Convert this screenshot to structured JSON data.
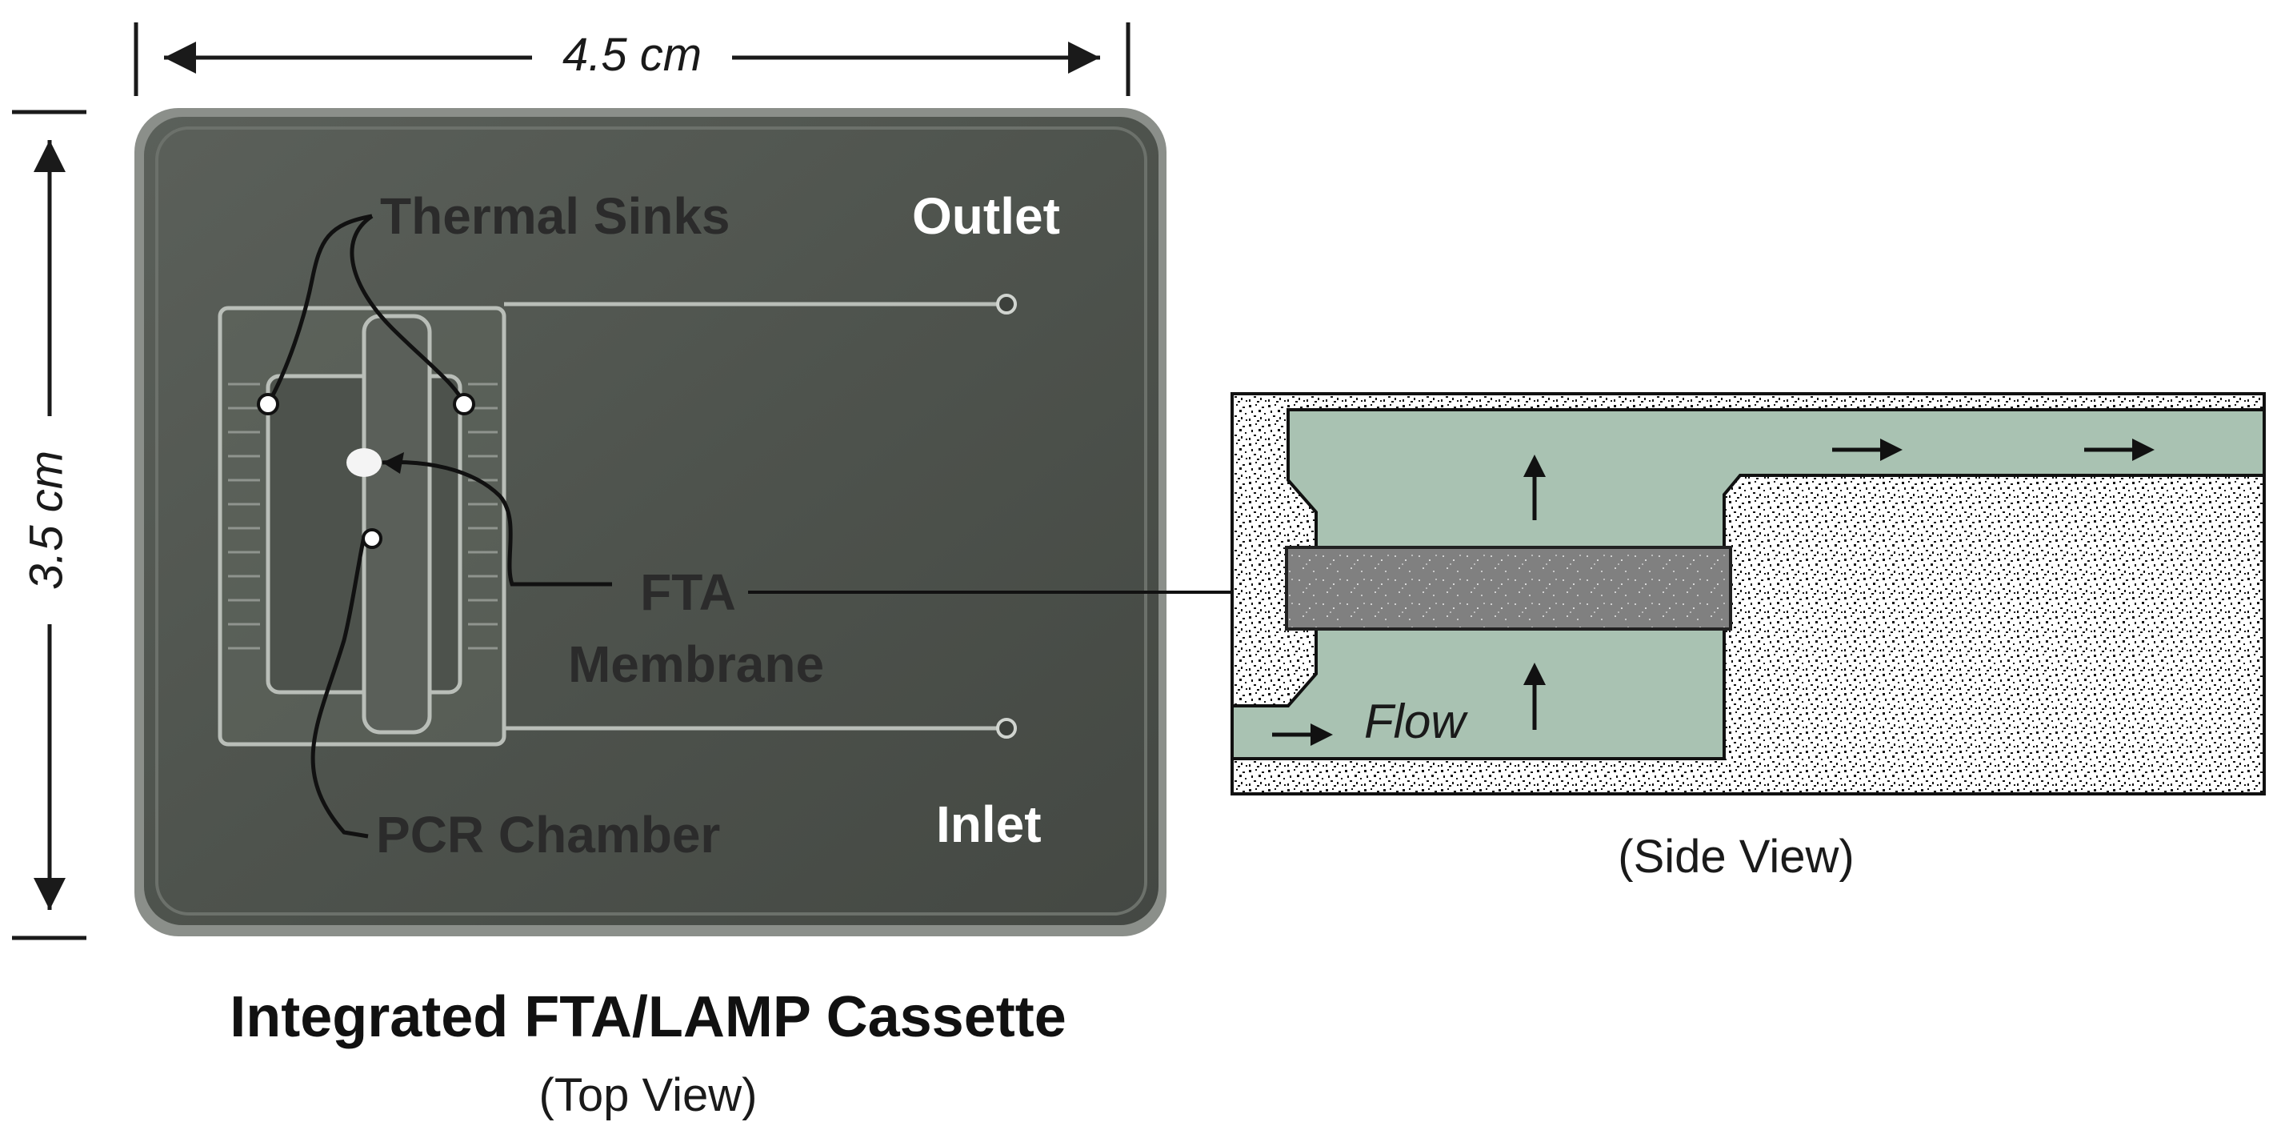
{
  "dimensions": {
    "width_label": "4.5 cm",
    "height_label": "3.5 cm"
  },
  "top_view": {
    "labels": {
      "thermal_sinks": "Thermal Sinks",
      "outlet": "Outlet",
      "fta": "FTA",
      "membrane": "Membrane",
      "pcr_chamber": "PCR Chamber",
      "inlet": "Inlet"
    },
    "caption_title": "Integrated FTA/LAMP Cassette",
    "caption_sub": "(Top View)"
  },
  "side_view": {
    "flow_label": "Flow",
    "caption": "(Side View)"
  },
  "colors": {
    "cassette_body": "#50554f",
    "cassette_dark": "#3f433e",
    "fluid_channel": "#a9c2b2",
    "membrane": "#808080",
    "stroke": "#1a1a1a",
    "label_dark": "#2b2b2b",
    "label_light": "#ffffff"
  }
}
